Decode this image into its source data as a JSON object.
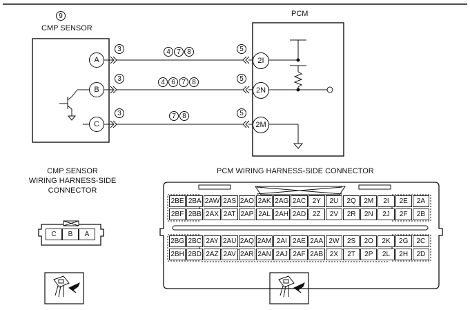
{
  "cmp_sensor": {
    "index_mark": "9",
    "title": "CMP SENSOR",
    "pins": [
      "A",
      "B",
      "C"
    ]
  },
  "pcm": {
    "title": "PCM",
    "pins": [
      "2I",
      "2N",
      "2M"
    ]
  },
  "wires": [
    {
      "left_mark": "3",
      "right_mark": "5",
      "marks": [
        "4",
        "7",
        "8"
      ]
    },
    {
      "left_mark": "3",
      "right_mark": "5",
      "marks": [
        "4",
        "6",
        "7",
        "8"
      ]
    },
    {
      "left_mark": "3",
      "right_mark": "5",
      "marks": [
        "7",
        "8"
      ]
    }
  ],
  "cmp_connector": {
    "title_lines": [
      "CMP SENSOR",
      "WIRING HARNESS-SIDE",
      "CONNECTOR"
    ],
    "pins": [
      "C",
      "B",
      "A"
    ]
  },
  "pcm_connector": {
    "title": "PCM WIRING HARNESS-SIDE CONNECTOR",
    "upper_rows": [
      [
        "2BE",
        "2BA",
        "2AW",
        "2AS",
        "2AO",
        "2AK",
        "2AG",
        "2AC",
        "2Y",
        "2U",
        "2Q",
        "2M",
        "2I",
        "2E",
        "2A"
      ],
      [
        "2BF",
        "2BB",
        "2AX",
        "2AT",
        "2AP",
        "2AL",
        "2AH",
        "2AD",
        "2Z",
        "2V",
        "2R",
        "2N",
        "2J",
        "2F",
        "2B"
      ]
    ],
    "lower_rows": [
      [
        "2BG",
        "2BC",
        "2AY",
        "2AU",
        "2AQ",
        "2AM",
        "2AI",
        "2AE",
        "2AA",
        "2W",
        "2S",
        "2O",
        "2K",
        "2G",
        "2C"
      ],
      [
        "2BH",
        "2BD",
        "2AZ",
        "2AV",
        "2AR",
        "2AN",
        "2AJ",
        "2AF",
        "2AB",
        "2X",
        "2T",
        "2P",
        "2L",
        "2H",
        "2D"
      ]
    ]
  },
  "icons": [
    "connector-view-icon",
    "connector-view-icon"
  ]
}
